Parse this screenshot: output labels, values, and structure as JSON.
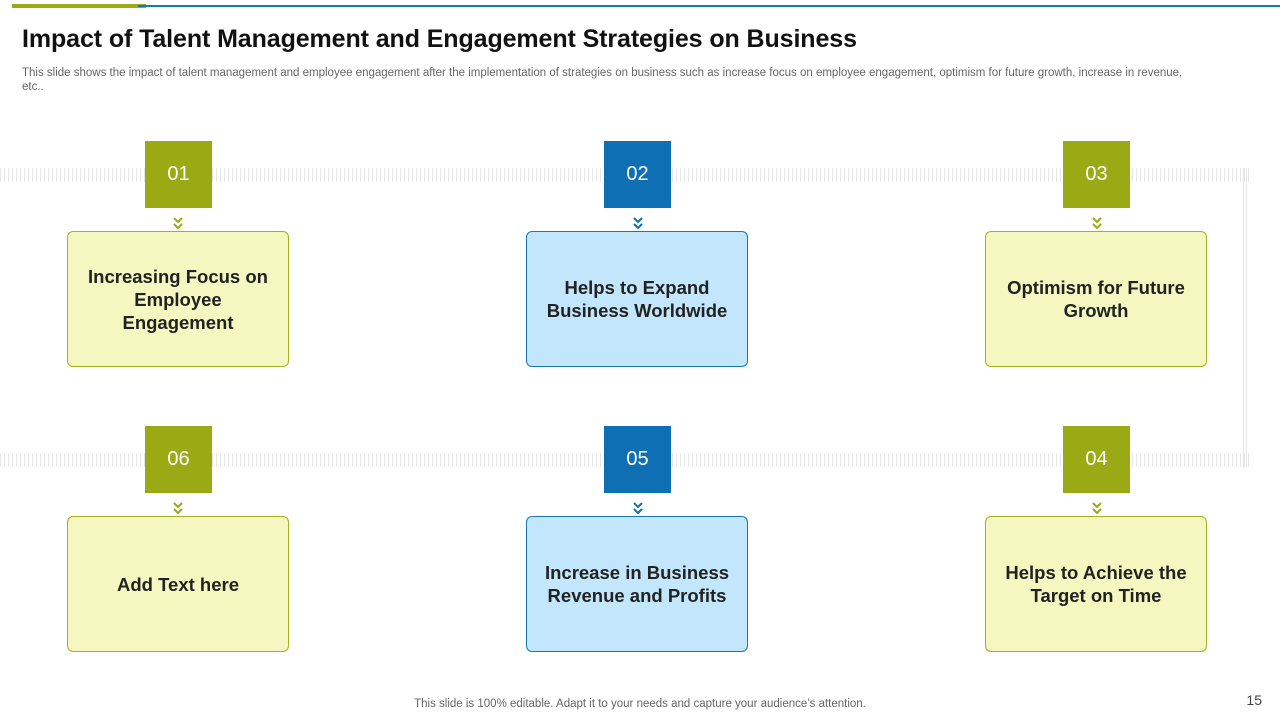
{
  "slide": {
    "title": "Impact of Talent Management and Engagement Strategies on Business",
    "subtitle": "This slide shows the impact of talent management and employee engagement after the implementation of strategies on business such as increase focus on employee engagement, optimism for future growth, increase in revenue, etc..",
    "footer": "This slide is 100% editable. Adapt it to your needs and capture your audience’s attention.",
    "page_number": "15"
  },
  "colors": {
    "green": "#9aaa14",
    "blue": "#0f6fb5",
    "green_card": "#f4f7c0",
    "blue_card": "#c2e6fb"
  },
  "items": [
    {
      "number": "01",
      "text": "Increasing Focus on Employee Engagement",
      "color": "green"
    },
    {
      "number": "02",
      "text": "Helps to Expand Business Worldwide",
      "color": "blue"
    },
    {
      "number": "03",
      "text": "Optimism for Future Growth",
      "color": "green"
    },
    {
      "number": "04",
      "text": "Helps to Achieve the Target on Time",
      "color": "green"
    },
    {
      "number": "05",
      "text": "Increase in Business Revenue and Profits",
      "color": "blue"
    },
    {
      "number": "06",
      "text": "Add Text here",
      "color": "green"
    }
  ]
}
